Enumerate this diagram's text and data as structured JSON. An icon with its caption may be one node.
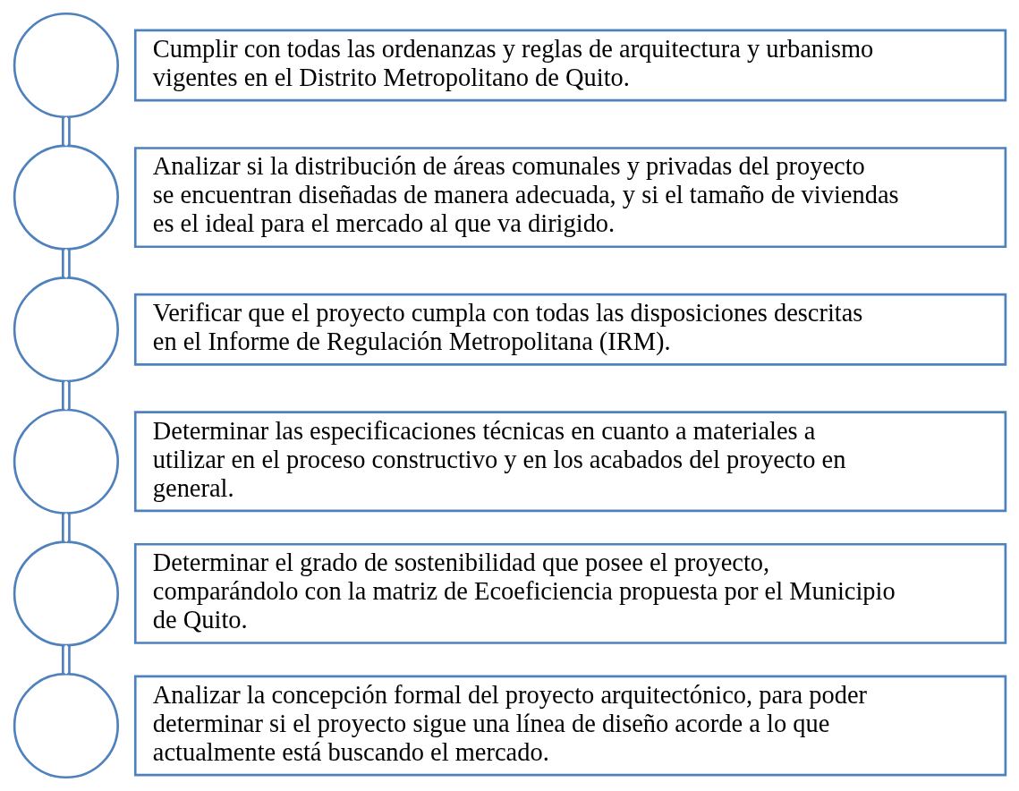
{
  "diagram": {
    "nodes": [
      {
        "text": [],
        "shape": "circle"
      },
      {
        "text": [
          "Cumplir con todas las ordenanzas y reglas de arquitectura y urbanismo vigentes en el Distrito Metropolitano de Quito."
        ]
      },
      {
        "text": [],
        "shape": "circle"
      },
      {
        "text": [
          "Analizar si la distribución de áreas comunales y privadas del proyecto se encuentran diseñadas de manera adecuada, y si el tamaño de viviendas es el ideal para el mercado al que va dirigido."
        ]
      },
      {
        "text": [],
        "shape": "circle"
      },
      {
        "text": [
          "Verificar que el proyecto cumpla con todas las disposiciones descritas en el Informe de Regulación Metropolitana (IRM)."
        ]
      },
      {
        "text": [],
        "shape": "circle"
      },
      {
        "text": [
          "Determinar las especificaciones técnicas en cuanto a materiales a utilizar en el proceso constructivo y en los acabados del proyecto en general."
        ]
      },
      {
        "text": [],
        "shape": "circle"
      },
      {
        "text": [
          "Determinar el grado de sostenibilidad que posee el proyecto, comparándolo con la matriz de Ecoeficiencia propuesta por el Municipio de Quito."
        ]
      },
      {
        "text": [],
        "shape": "circle"
      },
      {
        "text": [
          "Analizar la concepción formal del proyecto arquitectónico, para poder determinar si el proyecto sigue una línea de diseño acorde a lo que actualmente está buscando el mercado."
        ]
      }
    ],
    "edges": [
      {
        "from": 0,
        "to": 2,
        "arrow": "none"
      },
      {
        "from": 2,
        "to": 4,
        "arrow": "none"
      },
      {
        "from": 4,
        "to": 6,
        "arrow": "none"
      },
      {
        "from": 6,
        "to": 8,
        "arrow": "none"
      },
      {
        "from": 8,
        "to": 10,
        "arrow": "none"
      }
    ]
  }
}
